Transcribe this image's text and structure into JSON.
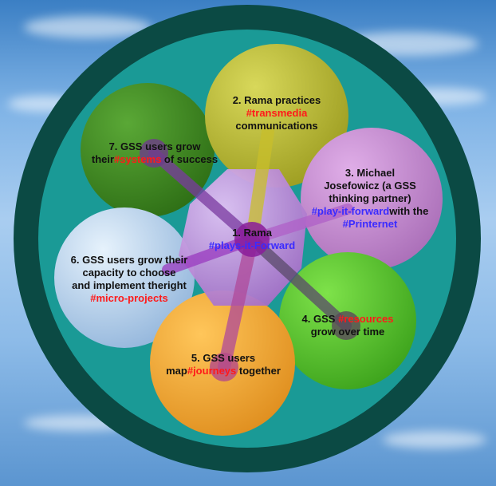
{
  "nodes": [
    {
      "id": "center",
      "parts": [
        {
          "t": "1. Rama",
          "c": ""
        },
        {
          "t": "#plays-it-Forward",
          "c": "blue"
        }
      ],
      "color": "#b87fd8"
    },
    {
      "id": "n2",
      "parts": [
        {
          "t": "2. Rama practices",
          "c": ""
        },
        {
          "t": "#transmedia",
          "c": "red"
        },
        {
          "t": "communications",
          "c": ""
        }
      ],
      "color": "#b5b52c"
    },
    {
      "id": "n3",
      "parts": [
        {
          "t": "3. Michael",
          "c": ""
        },
        {
          "t": "Josefowicz (a GSS",
          "c": ""
        },
        {
          "t": "thinking partner)",
          "c": ""
        },
        {
          "t": "#play-it-forward",
          "c": "blue"
        },
        {
          "t": "with the ",
          "c": "",
          "inline": true
        },
        {
          "t": "#Printernet",
          "c": "blue",
          "inline": true
        }
      ],
      "color": "#b982c9"
    },
    {
      "id": "n4",
      "parts": [
        {
          "t": "4. GSS ",
          "c": "",
          "inline": true
        },
        {
          "t": "#resources",
          "c": "red",
          "inline": true
        },
        {
          "t": "grow over time",
          "c": ""
        }
      ],
      "color": "#4fc02c"
    },
    {
      "id": "n5",
      "parts": [
        {
          "t": "5. GSS users map",
          "c": ""
        },
        {
          "t": "#journeys",
          "c": "red",
          "inline": true
        },
        {
          "t": " together",
          "c": "",
          "inline": true
        }
      ],
      "color": "#f0a030"
    },
    {
      "id": "n6",
      "parts": [
        {
          "t": "6. GSS users grow their",
          "c": ""
        },
        {
          "t": "capacity to choose",
          "c": ""
        },
        {
          "t": "and implement the",
          "c": ""
        },
        {
          "t": "right ",
          "c": "",
          "inline": true
        },
        {
          "t": "#micro-projects",
          "c": "red",
          "inline": true
        }
      ],
      "color": "#a8c8ea"
    },
    {
      "id": "n7",
      "parts": [
        {
          "t": "7. GSS users grow their",
          "c": ""
        },
        {
          "t": "#systems",
          "c": "red",
          "inline": true
        },
        {
          "t": " of success",
          "c": "",
          "inline": true
        }
      ],
      "color": "#3f8a22"
    }
  ]
}
